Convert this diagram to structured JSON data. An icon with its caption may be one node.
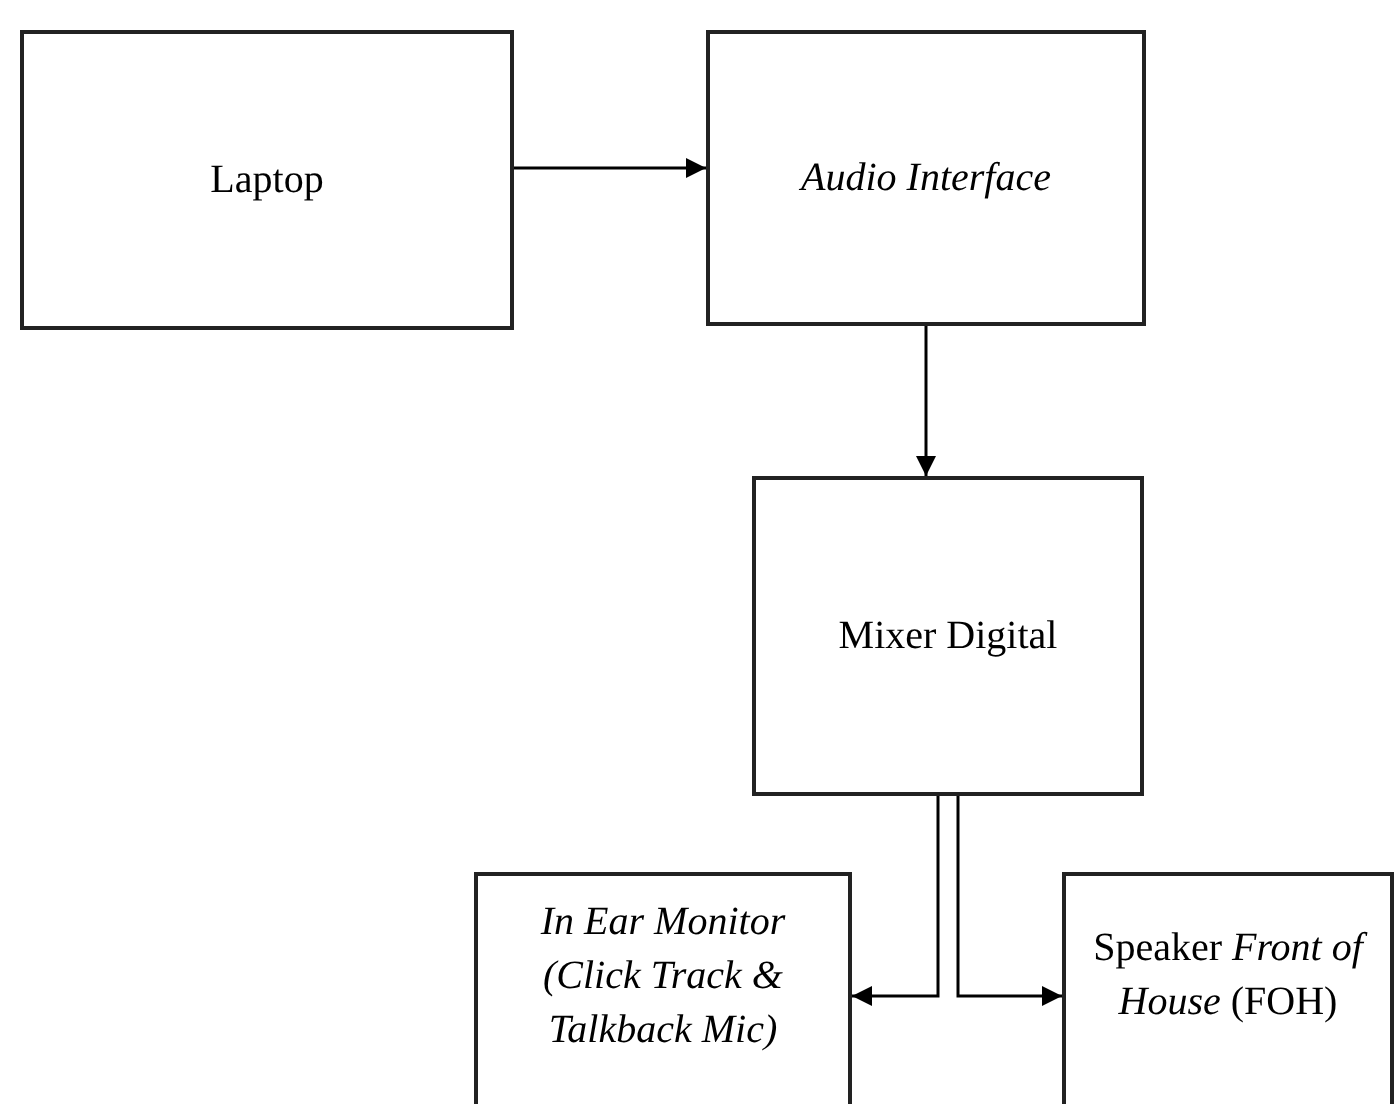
{
  "diagram": {
    "nodes": [
      {
        "text": [
          "Laptop"
        ]
      },
      {
        "text": [
          "Audio Interface"
        ]
      },
      {
        "text": [
          "Mixer Digital"
        ]
      },
      {
        "text": [
          "In Ear Monitor (Click Track & Talkback Mic)"
        ]
      },
      {
        "text": [
          "Speaker *Front of House* (FOH)"
        ]
      }
    ],
    "edges": [
      {
        "from": 0,
        "to": 1,
        "arrow": "to"
      },
      {
        "from": 1,
        "to": 2,
        "arrow": "to"
      },
      {
        "from": 2,
        "to": 3,
        "arrow": "to"
      },
      {
        "from": 2,
        "to": 4,
        "arrow": "to"
      }
    ]
  }
}
